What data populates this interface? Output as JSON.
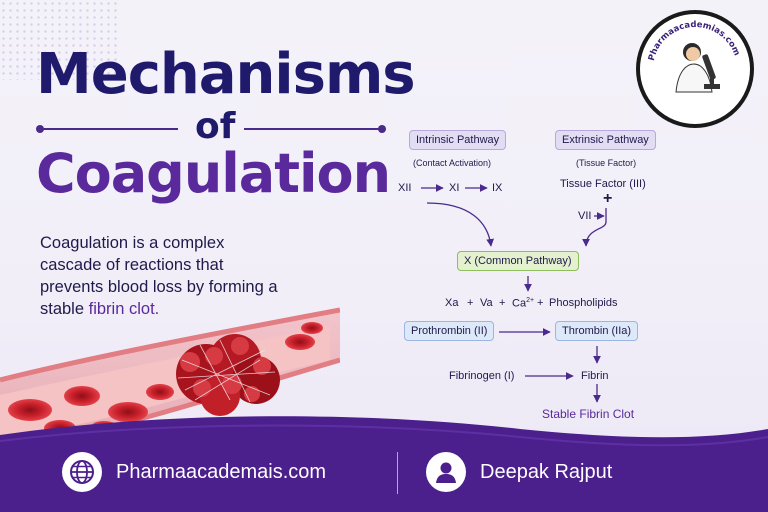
{
  "title": {
    "line1": "Mechanisms",
    "line2": "of",
    "line3": "Coagulation"
  },
  "intro": {
    "text": "Coagulation is a complex cascade of reactions that prevents blood loss by forming a stable ",
    "highlight": "fibrin clot."
  },
  "logo": {
    "text": "Pharmaacademias.com",
    "icon": "scientist-microscope-icon"
  },
  "diagram": {
    "intrinsic": {
      "title": "Intrinsic Pathway",
      "subtitle": "(Contact Activation)",
      "chain": [
        "XII",
        "XI",
        "IX"
      ]
    },
    "extrinsic": {
      "title": "Extrinsic Pathway",
      "subtitle": "(Tissue Factor)",
      "tissue_factor": "Tissue Factor (III)",
      "plus": "+",
      "vii": "VII"
    },
    "common": "X (Common Pathway)",
    "cofactors": {
      "xa": "Xa",
      "va": "Va",
      "ca": "Ca",
      "ca_sup": "2+",
      "phospho": "Phospholipids",
      "plus": "+"
    },
    "prothrombin": "Prothrombin (II)",
    "thrombin": "Thrombin (IIa)",
    "fibrinogen": "Fibrinogen (I)",
    "fibrin": "Fibrin",
    "clot": "Stable Fibrin Clot"
  },
  "footer": {
    "website": "Pharmaacademais.com",
    "author": "Deepak Rajput",
    "website_icon": "globe-icon",
    "author_icon": "user-icon"
  },
  "colors": {
    "title_dark": "#1f1a6b",
    "title_purple": "#5a2a9c",
    "footer_bg": "#4b1f8c",
    "blood_red": "#c8202b"
  }
}
